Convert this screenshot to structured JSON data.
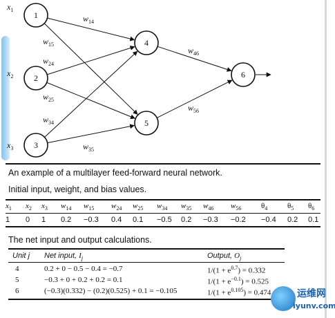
{
  "network": {
    "nodes": [
      {
        "id": "1",
        "label": "1"
      },
      {
        "id": "2",
        "label": "2"
      },
      {
        "id": "3",
        "label": "3"
      },
      {
        "id": "4",
        "label": "4"
      },
      {
        "id": "5",
        "label": "5"
      },
      {
        "id": "6",
        "label": "6"
      }
    ],
    "inputs": [
      {
        "sym": "x",
        "sub": "1"
      },
      {
        "sym": "x",
        "sub": "2"
      },
      {
        "sym": "x",
        "sub": "3"
      }
    ],
    "weights": [
      {
        "from": "1",
        "to": "4",
        "sym": "w",
        "sub": "14"
      },
      {
        "from": "1",
        "to": "5",
        "sym": "w",
        "sub": "15"
      },
      {
        "from": "2",
        "to": "4",
        "sym": "w",
        "sub": "24"
      },
      {
        "from": "2",
        "to": "5",
        "sym": "w",
        "sub": "25"
      },
      {
        "from": "3",
        "to": "4",
        "sym": "w",
        "sub": "34"
      },
      {
        "from": "3",
        "to": "5",
        "sym": "w",
        "sub": "35"
      },
      {
        "from": "4",
        "to": "6",
        "sym": "w",
        "sub": "46"
      },
      {
        "from": "5",
        "to": "6",
        "sym": "w",
        "sub": "56"
      }
    ]
  },
  "caption": "An example of a multilayer feed-forward neural network.",
  "initial_table": {
    "title": "Initial input, weight, and bias values.",
    "headers": [
      {
        "sym": "x",
        "sub": "1"
      },
      {
        "sym": "x",
        "sub": "2"
      },
      {
        "sym": "x",
        "sub": "3"
      },
      {
        "sym": "w",
        "sub": "14"
      },
      {
        "sym": "w",
        "sub": "15"
      },
      {
        "sym": "w",
        "sub": "24"
      },
      {
        "sym": "w",
        "sub": "25"
      },
      {
        "sym": "w",
        "sub": "34"
      },
      {
        "sym": "w",
        "sub": "35"
      },
      {
        "sym": "w",
        "sub": "46"
      },
      {
        "sym": "w",
        "sub": "56"
      },
      {
        "sym": "θ",
        "sub": "4"
      },
      {
        "sym": "θ",
        "sub": "5"
      },
      {
        "sym": "θ",
        "sub": "6"
      }
    ],
    "values": [
      "1",
      "0",
      "1",
      "0.2",
      "−0.3",
      "0.4",
      "0.1",
      "−0.5",
      "0.2",
      "−0.3",
      "−0.2",
      "−0.4",
      "0.2",
      "0.1"
    ]
  },
  "net_table": {
    "title": "The net input and output calculations.",
    "headers": {
      "unit": "Unit j",
      "net": {
        "text": "Net input, ",
        "sym": "I",
        "sub": "j"
      },
      "out": {
        "text": "Output, ",
        "sym": "O",
        "sub": "j"
      }
    },
    "rows": [
      {
        "unit": "4",
        "net": "0.2 + 0 − 0.5 − 0.4 = −0.7",
        "out_pre": "1/(1 + e",
        "out_exp": "0.7",
        "out_post": ") = 0.332"
      },
      {
        "unit": "5",
        "net": "−0.3 + 0 + 0.2 + 0.2 = 0.1",
        "out_pre": "1/(1 + e",
        "out_exp": "−0.1",
        "out_post": ") = 0.525"
      },
      {
        "unit": "6",
        "net": "(−0.3)(0.332) − (0.2)(0.525) + 0.1 = −0.105",
        "out_pre": "1/(1 + e",
        "out_exp": "0.105",
        "out_post": ") = 0.474"
      }
    ]
  },
  "watermark": {
    "cn": "运维网",
    "url": "iyunv.com"
  },
  "colors": {
    "ink": "#111111",
    "watermark": "#1a62b0"
  }
}
